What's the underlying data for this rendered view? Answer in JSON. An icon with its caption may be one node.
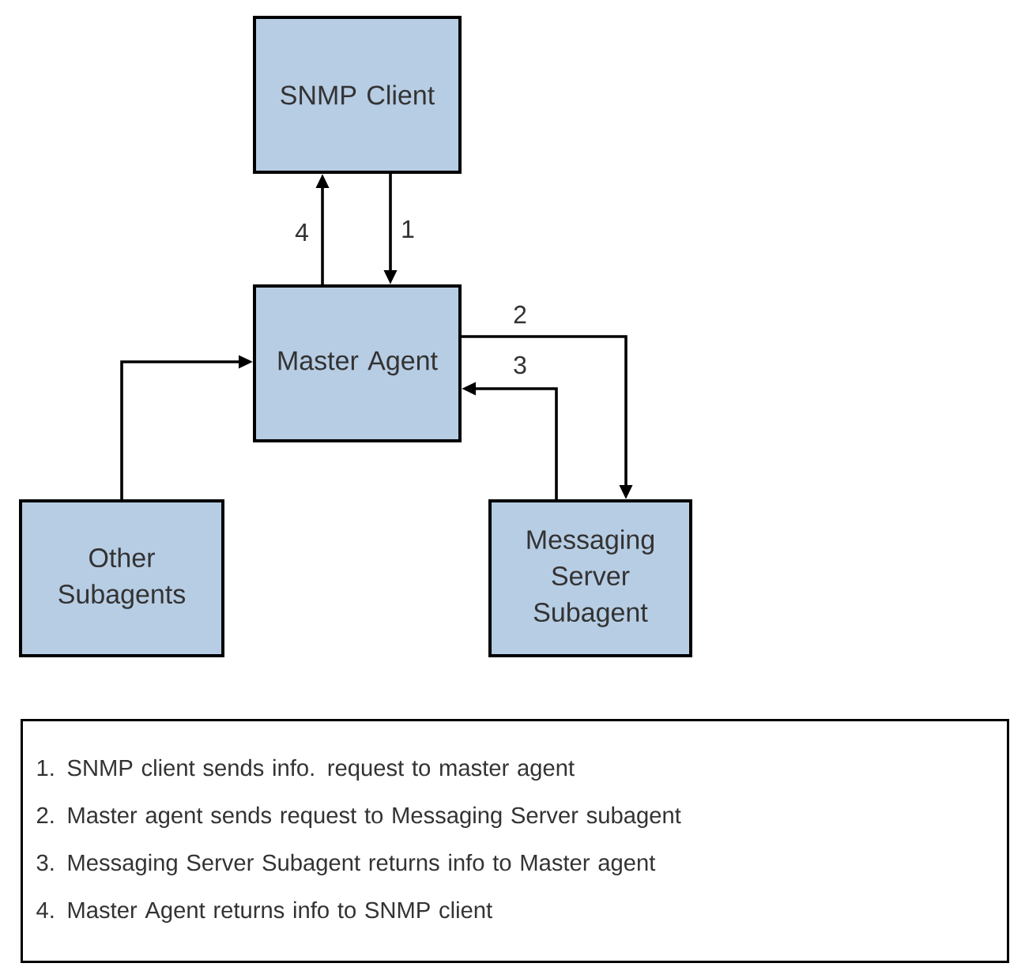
{
  "diagram": {
    "nodes": [
      {
        "text": [
          "SNMP Client"
        ]
      },
      {
        "text": [
          "Master Agent"
        ]
      },
      {
        "text": [
          "Other Subagents"
        ]
      },
      {
        "text": [
          "Messaging Server Subagent"
        ]
      },
      {
        "text": [
          "1. SNMP client sends info. request to master agent",
          "2. Master agent sends request to Messaging Server subagent",
          "3. Messaging Server Subagent returns info to Master agent",
          "4. Master Agent returns info to SNMP client"
        ]
      }
    ],
    "edges": [
      {
        "from": 1,
        "to": 0,
        "arrow": "to",
        "label": "4"
      },
      {
        "from": 0,
        "to": 1,
        "arrow": "to",
        "label": "1"
      },
      {
        "from": 1,
        "to": 3,
        "arrow": "to",
        "label": "2"
      },
      {
        "from": 3,
        "to": 1,
        "arrow": "to",
        "label": "3"
      },
      {
        "from": 2,
        "to": 1,
        "arrow": "to"
      }
    ]
  }
}
